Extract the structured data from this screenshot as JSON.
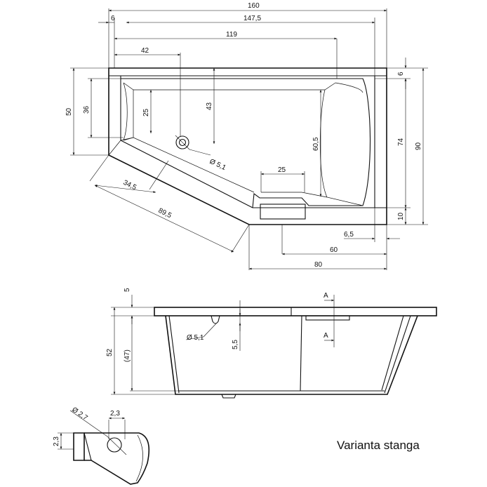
{
  "caption": "Varianta stanga",
  "top_view": {
    "d160": "160",
    "d6": "6",
    "d147_5": "147,5",
    "d119": "119",
    "d42": "42",
    "d50": "50",
    "d36": "36",
    "d25v": "25",
    "d43": "43",
    "d60_5": "60,5",
    "d25h": "25",
    "d6r": "6",
    "d74": "74",
    "d90": "90",
    "d10": "10",
    "d6_5": "6,5",
    "d60": "60",
    "d80": "80",
    "d34_5": "34,5",
    "d89_5": "89,5",
    "drain": "Ø 5,1"
  },
  "side_view": {
    "d5": "5",
    "d52": "52",
    "d47": "(47)",
    "drain": "Ø 5,1",
    "d5_5": "5,5",
    "sectionA1": "A",
    "sectionA2": "A"
  },
  "detail": {
    "d2_7": "Ø 2,7",
    "d2_3h": "2,3",
    "d2_3v": "2,3"
  }
}
